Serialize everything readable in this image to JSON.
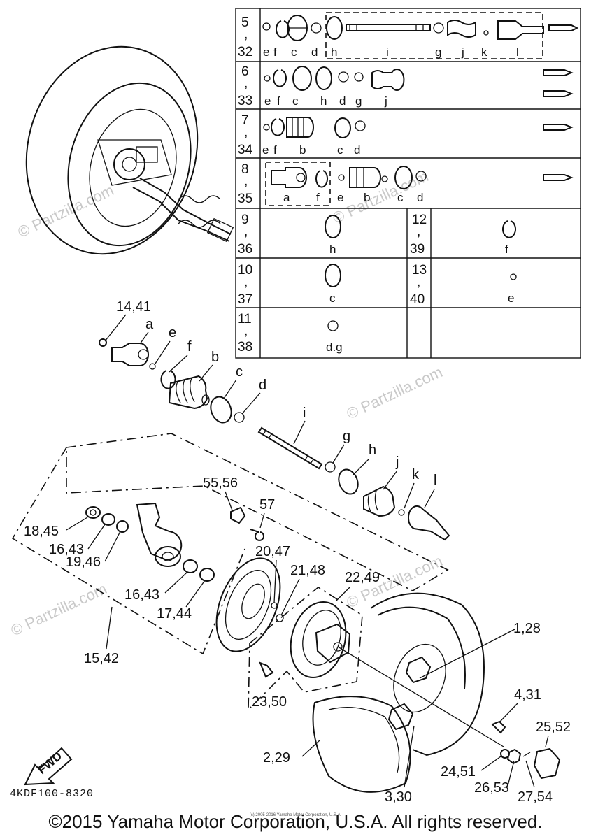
{
  "watermark": "© Partzilla.com",
  "diagram_code": "4KDF100-8320",
  "small_copyright": "(c) 2005-2016 Yamaha Motor Corporation, U.S.A.",
  "copyright": "©2015 Yamaha Motor Corporation, U.S.A. All rights reserved.",
  "fwd_label": "FWD",
  "kit_table": {
    "rows": [
      {
        "nums": [
          "5",
          ",",
          "32"
        ],
        "letters": [
          "e",
          "f",
          "c",
          "d",
          "h",
          "i",
          "g",
          "j",
          "k",
          "l"
        ]
      },
      {
        "nums": [
          "6",
          ",",
          "33"
        ],
        "letters": [
          "e",
          "f",
          "c",
          "h",
          "d",
          "g",
          "j"
        ]
      },
      {
        "nums": [
          "7",
          ",",
          "34"
        ],
        "letters": [
          "e",
          "f",
          "b",
          "c",
          "d"
        ]
      },
      {
        "nums": [
          "8",
          ",",
          "35"
        ],
        "letters": [
          "a",
          "f",
          "e",
          "b",
          "c",
          "d"
        ]
      },
      {
        "nums": [
          "9",
          ",",
          "36"
        ],
        "letters": [
          "h"
        ],
        "nums2": [
          "12",
          ",",
          "39"
        ],
        "letters2": [
          "f"
        ]
      },
      {
        "nums": [
          "10",
          ",",
          "37"
        ],
        "letters": [
          "c"
        ],
        "nums2": [
          "13",
          ",",
          "40"
        ],
        "letters2": [
          "e"
        ]
      },
      {
        "nums": [
          "11",
          ",",
          "38"
        ],
        "letters": [
          "d.g"
        ]
      }
    ]
  },
  "callouts": {
    "c14_41": "14,41",
    "a": "a",
    "e": "e",
    "f": "f",
    "b": "b",
    "c": "c",
    "d": "d",
    "i": "i",
    "g": "g",
    "h": "h",
    "j": "j",
    "k": "k",
    "l": "l",
    "c55_56": "55,56",
    "c57": "57",
    "c18_45": "18,45",
    "c16_43a": "16,43",
    "c19_46": "19,46",
    "c16_43b": "16,43",
    "c17_44": "17,44",
    "c15_42": "15,42",
    "c20_47": "20,47",
    "c21_48": "21,48",
    "c22_49": "22,49",
    "c1_28": "1,28",
    "c4_31": "4,31",
    "c25_52": "25,52",
    "c23_50": "23,50",
    "c2_29": "2,29",
    "c24_51": "24,51",
    "c26_53": "26,53",
    "c3_30": "3,30",
    "c27_54": "27,54"
  }
}
